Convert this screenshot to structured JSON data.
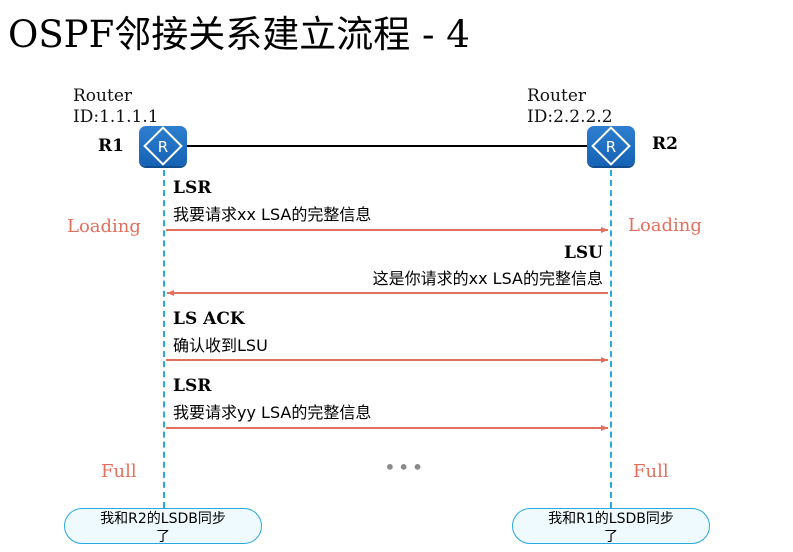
{
  "title": "OSPF邻接关系建立流程 - 4",
  "r1": {
    "router_label": "Router",
    "router_id": "ID:1.1.1.1",
    "name": "R1",
    "bubble_line1": "我和R2的LSDB同步",
    "bubble_line2": "了"
  },
  "r2": {
    "router_label": "Router",
    "router_id": "ID:2.2.2.2",
    "name": "R2",
    "bubble_line1": "我和R1的LSDB同步",
    "bubble_line2": "了"
  },
  "states": {
    "r1_loading": "Loading",
    "r2_loading": "Loading",
    "r1_full": "Full",
    "r2_full": "Full"
  },
  "messages": [
    {
      "title": "LSR",
      "text": "我要请求xx LSA的完整信息",
      "direction": "R1→R2"
    },
    {
      "title": "LSU",
      "text": "这是你请求的xx LSA的完整信息",
      "direction": "R2→R1"
    },
    {
      "title": "LS ACK",
      "text": "确认收到LSU",
      "direction": "R1→R2"
    },
    {
      "title": "LSR",
      "text": "我要请求yy LSA的完整信息",
      "direction": "R1→R2"
    }
  ],
  "ellipsis": "•••",
  "colors": {
    "arrow": "#e2705f",
    "lifeline": "#2aa8e0",
    "router": "#1e6fc2",
    "state": "#e2705f"
  },
  "icons": {
    "router": "router-icon"
  }
}
